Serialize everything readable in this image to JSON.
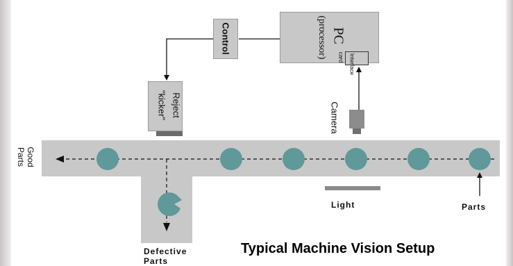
{
  "diagram": {
    "title": "Typical Machine Vision Setup",
    "nodes": {
      "control": "Control",
      "pc": "PC",
      "pc_sub": "(processor)",
      "pc_dots": ". . .",
      "interface_card_line1": "Interface",
      "interface_card_line2": "card",
      "reject_line1": "Reject",
      "reject_line2": "\"kicker\"",
      "camera": "Camera",
      "good_parts_line1": "Good",
      "good_parts_line2": "Parts",
      "light": "Light",
      "parts": "Parts",
      "defective_line1": "Defective",
      "defective_line2": "Parts"
    },
    "colors": {
      "box_fill": "#c8c8c8",
      "conveyor": "#c8c8c8",
      "part": "#5f9999",
      "kicker_base": "#6b6b6b",
      "light_bar": "#8a8a8a",
      "camera": "#8c8c8c"
    }
  }
}
